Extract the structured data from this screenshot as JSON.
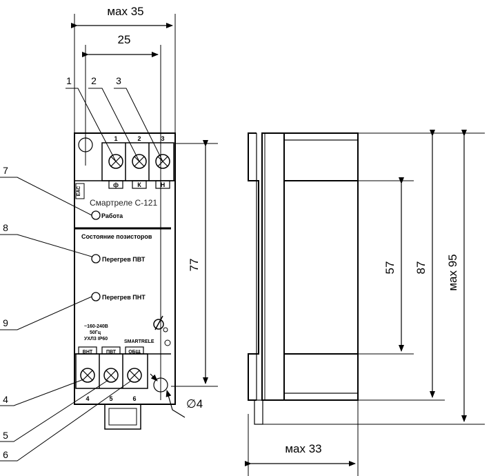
{
  "front": {
    "dim_width_max": "мах 35",
    "dim_width": "25",
    "dim_height": "77",
    "hole_dia": "∅4",
    "top_terminal_numbers": [
      "1",
      "2",
      "3"
    ],
    "top_terminal_tags": [
      "ф",
      "К",
      "Н"
    ],
    "bottom_terminal_numbers": [
      "4",
      "5",
      "6"
    ],
    "bottom_terminal_tags": [
      "ВНТ",
      "ПВТ",
      "ОБЩ"
    ],
    "model_name": "Смартреле С-121",
    "led_work": "Работа",
    "section_title": "Состояние позисторов",
    "led_overheat_pvt": "Перегрев ПВТ",
    "led_overheat_pnt": "Перегрев ПНТ",
    "spec_line1": "~160-240В",
    "spec_line2": "50Гц",
    "spec_line3": "УХЛ3 IP60",
    "brand": "SMARTRELE",
    "eac_mark": "ЕАС"
  },
  "side": {
    "dim_depth_max": "мах 33",
    "dim_57": "57",
    "dim_87": "87",
    "dim_height_max": "мах 95"
  },
  "callouts": [
    "1",
    "2",
    "3",
    "4",
    "5",
    "6",
    "7",
    "8",
    "9"
  ]
}
